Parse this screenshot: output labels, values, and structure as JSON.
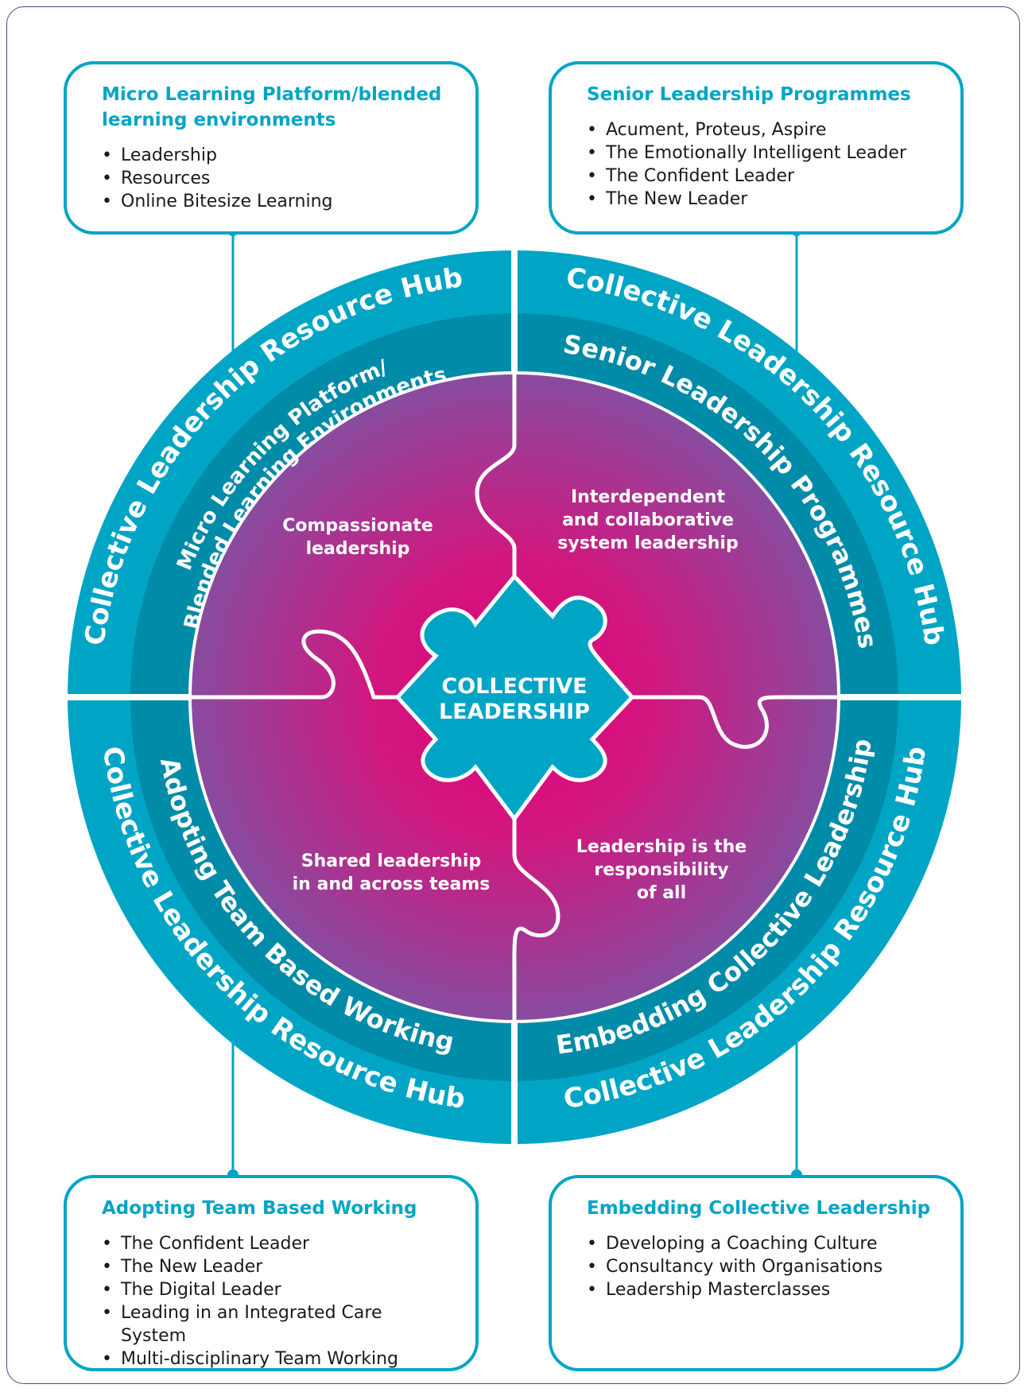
{
  "boxes": {
    "top_left": {
      "title": "Micro Learning Platform/blended learning environments",
      "items": [
        "Leadership",
        "Resources",
        "Online Bitesize Learning"
      ]
    },
    "top_right": {
      "title": "Senior Leadership Programmes",
      "items": [
        "Acument, Proteus, Aspire",
        "The Emotionally Intelligent Leader",
        "The Confident Leader",
        "The New Leader"
      ]
    },
    "bottom_left": {
      "title": "Adopting Team Based Working",
      "items": [
        "The Confident Leader",
        "The New Leader",
        "The Digital Leader",
        "Leading in an Integrated Care System",
        "Multi-disciplinary Team Working"
      ]
    },
    "bottom_right": {
      "title": "Embedding Collective Leadership",
      "items": [
        "Developing a Coaching Culture",
        "Consultancy with Organisations",
        "Leadership Masterclasses"
      ]
    }
  },
  "ring": {
    "outer_tl": "Collective Leadership Resource Hub",
    "outer_tr": "Collective Leadership Resource Hub",
    "outer_bl": "Collective Leadership Resource Hub",
    "outer_br": "Collective Leadership Resource Hub",
    "inner_tl_1": "Micro Learning Platform/",
    "inner_tl_2": "Blended Learning Environments",
    "inner_tr": "Senior Leadership Programmes",
    "inner_bl": "Adopting Team Based Working",
    "inner_br": "Embedding Collective Leadership"
  },
  "puzzle": {
    "center_1": "COLLECTIVE",
    "center_2": "LEADERSHIP",
    "tl_1": "Compassionate",
    "tl_2": "leadership",
    "tr_1": "Interdependent",
    "tr_2": "and collaborative",
    "tr_3": "system leadership",
    "bl_1": "Shared leadership",
    "bl_2": "in and across teams",
    "br_1": "Leadership is the",
    "br_2": "responsibility",
    "br_3": "of all"
  },
  "colors": {
    "accent": "#00a5c6",
    "ring_inner": "#008ba8",
    "puzzle_center": "#e4007d",
    "puzzle_edge": "#8a4a9e",
    "frame": "#5b3f8a"
  }
}
